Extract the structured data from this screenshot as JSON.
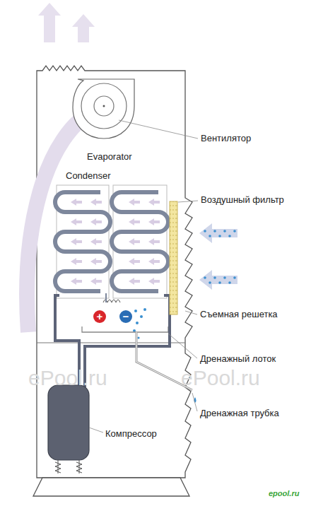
{
  "diagram": {
    "labels": [
      "Вентилятор",
      "Evaporator",
      "Condenser",
      "Воздушный фильтр",
      "Съемная решетка",
      "+",
      "−",
      "Дренажный лоток",
      "ePool.ru",
      "ePool.ru",
      "Дренажная трубка",
      "Компрессор",
      "epool.ru"
    ]
  }
}
